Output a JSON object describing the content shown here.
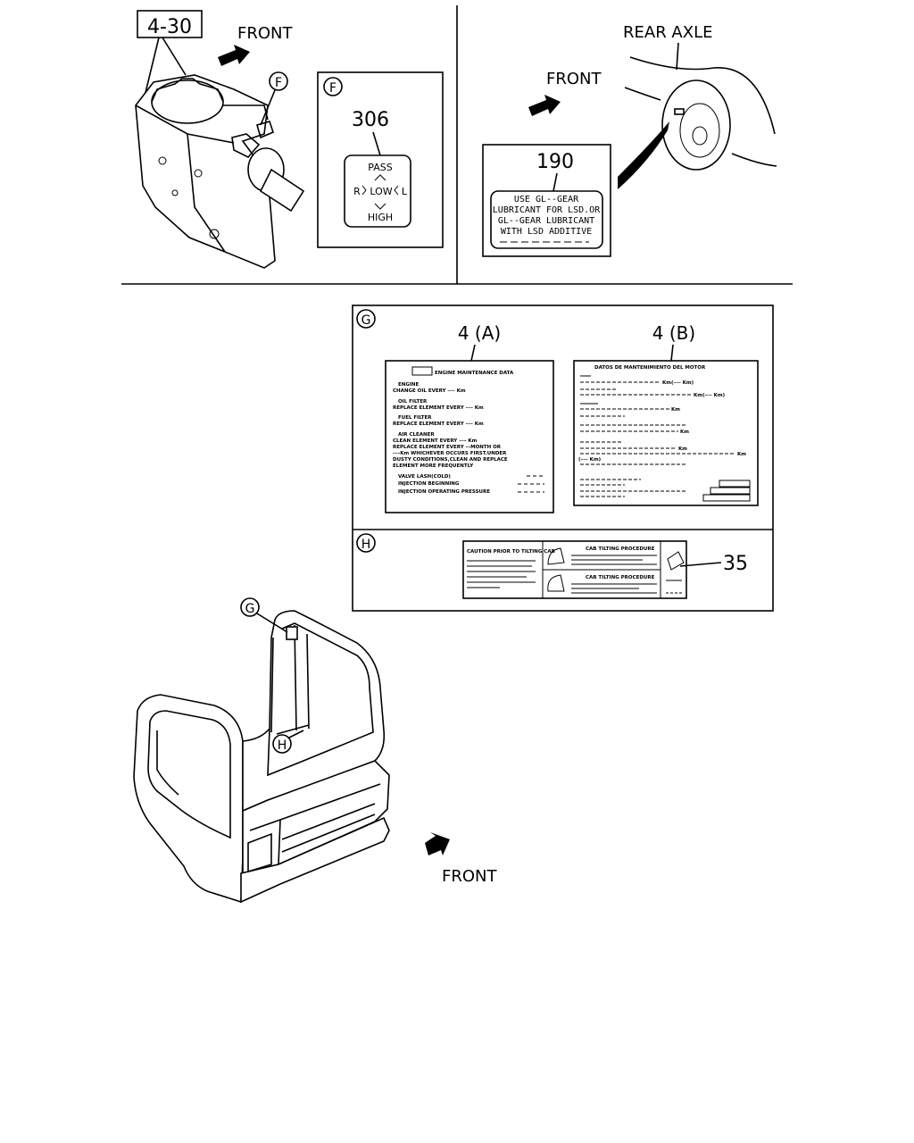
{
  "callouts": {
    "ref_4_30": "4-30",
    "front_top_left": "FRONT",
    "front_top_right": "FRONT",
    "front_bottom": "FRONT",
    "rear_axle": "REAR AXLE",
    "marker_f": "F",
    "marker_g": "G",
    "marker_h": "H",
    "part_306": "306",
    "part_190": "190",
    "part_4a": "4 (A)",
    "part_4b": "4 (B)",
    "part_35": "35"
  },
  "label_306": {
    "pass": "PASS",
    "low": "LOW",
    "r": "R",
    "l": "L",
    "high": "HIGH"
  },
  "label_190": {
    "lines": [
      "USE GL--GEAR",
      "LUBRICANT FOR LSD.OR",
      "GL--GEAR LUBRICANT",
      "WITH LSD ADDITIVE"
    ]
  },
  "label_4a": {
    "title": "ENGINE MAINTENANCE DATA",
    "engine_head": "ENGINE",
    "change_oil": "CHANGE OIL EVERY ––– Km",
    "oil_filter_head": "OIL FILTER",
    "oil_filter": "REPLACE ELEMENT EVERY ––– Km",
    "fuel_filter_head": "FUEL FILTER",
    "fuel_filter": "REPLACE ELEMENT EVERY ––– Km",
    "air_cleaner_head": "AIR CLEANER",
    "clean": "CLEAN ELEMENT EVERY ––– Km",
    "replace_month": "REPLACE ELEMENT EVERY ––MONTH OR",
    "whichever": "–––Km WHICHEVER OCCURS FIRST.UNDER",
    "dusty": "DUSTY CONDITIONS,CLEAN AND REPLACE",
    "frequently": "ELEMENT MORE FREQUENTLY",
    "valve": "VALVE LASH(COLD)",
    "injection_begin": "INJECTION BEGINNING",
    "injection_pressure": "INJECTION OPERATING PRESSURE"
  },
  "label_4b": {
    "title": "DATOS DE MANTENIMIENTO DEL MOTOR",
    "km": "Km",
    "km_paren": "Km(––– Km)",
    "km_open": "(––– Km)"
  },
  "label_35": {
    "caution": "CAUTION PRIOR TO TILTING CAB",
    "tilting": "CAB TILTING PROCEDURE",
    "tilting2": "CAB TILTING PROCEDURE"
  }
}
